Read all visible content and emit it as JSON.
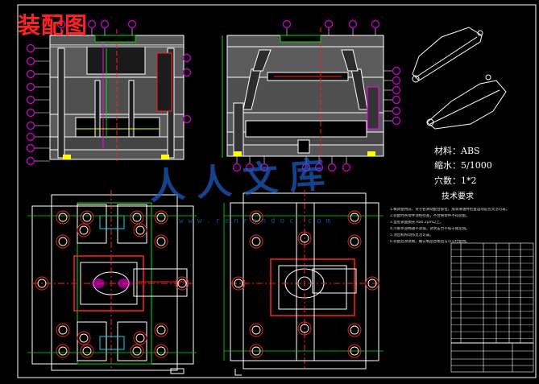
{
  "drawing_title": "装配图",
  "specs": {
    "material": "材料：ABS",
    "shrinkage": "缩水：5/1000",
    "cavities": "穴数：1*2",
    "tech_heading": "技术要求"
  },
  "requirements": [
    "1.模具使用前，对于各滑动配合部位，加润滑油并检查运动是否灵活可靠。",
    "2.装配时各零件须经检查，不合格零件不得装配。",
    "3.型腔表面抛光 Ra0.2μm以上。",
    "4.冷却水道畅通不渗漏，试水压力不低于规定值。",
    "5.顶出机构动作灵活可靠。",
    "6.装配后须试模，确认制品合格后方可交付使用。"
  ],
  "watermark": {
    "text": "人人文库",
    "url": "www.renrendoc.com"
  },
  "colors": {
    "outline": "#ffffff",
    "green": "#00e000",
    "cyan": "#00d8ff",
    "red": "#ff2020",
    "magenta": "#ff00ff",
    "yellow": "#ffff00",
    "balloon": "#c000c0"
  }
}
